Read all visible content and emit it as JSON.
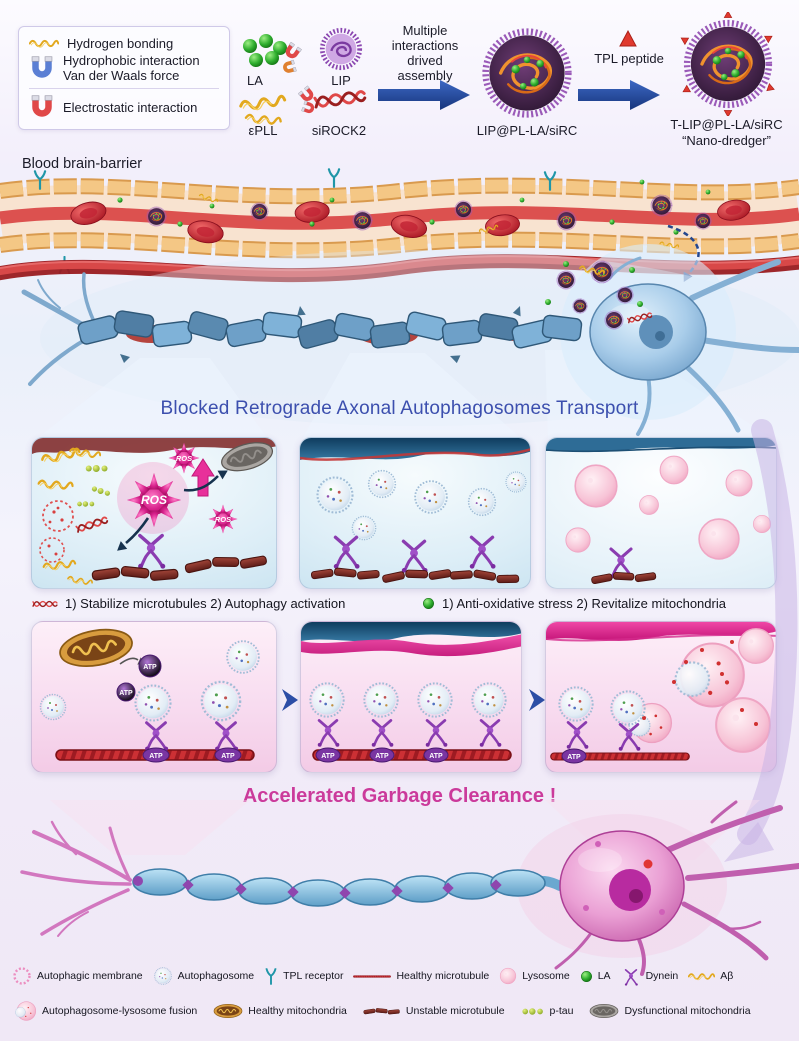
{
  "colors": {
    "accent_blue": "#2c4ea6",
    "headline_blue": "#3c4fae",
    "headline_pink": "#cb3a9b",
    "ros_pink": "#d61f8a",
    "atp_purple": "#7a35a2",
    "microtubule_red": "#c62828",
    "dynein_purple": "#8a3cb0"
  },
  "interaction_legend": {
    "items": [
      {
        "name": "hydrogen-bonding",
        "label": "Hydrogen bonding"
      },
      {
        "name": "hydrophobic-interaction",
        "label": "Hydrophobic interaction"
      },
      {
        "name": "van-der-waals",
        "label": "Van der Waals force"
      },
      {
        "name": "electrostatic-interaction",
        "label": "Electrostatic interaction"
      }
    ]
  },
  "assembly": {
    "la_label": "LA",
    "lip_label": "LIP",
    "epll_label": "εPLL",
    "sirock2_label": "siROCK2",
    "arrow1_label": "Multiple interactions drived assembly",
    "product1_label": "LIP@PL-LA/siRC",
    "tpl_label": "TPL peptide",
    "product2_label": "T-LIP@PL-LA/siRC",
    "product2_sublabel": "“Nano-dredger”"
  },
  "bbb_label": "Blood brain-barrier",
  "disease": {
    "headline": "Blocked Retrograde Axonal Autophagosomes Transport",
    "ros_label": "ROS"
  },
  "captions": {
    "left": "1) Stabilize microtubules 2) Autophagy activation",
    "right": "1) Anti-oxidative stress 2) Revitalize mitochondria"
  },
  "treatment": {
    "headline": "Accelerated Garbage Clearance !",
    "atp_label": "ATP"
  },
  "legend_row1": [
    {
      "name": "autophagic-membrane",
      "label": "Autophagic membrane"
    },
    {
      "name": "autophagosome",
      "label": "Autophagosome"
    },
    {
      "name": "tpl-receptor",
      "label": "TPL receptor"
    },
    {
      "name": "healthy-microtubule",
      "label": "Healthy microtubule"
    },
    {
      "name": "lysosome",
      "label": "Lysosome"
    },
    {
      "name": "la",
      "label": "LA"
    },
    {
      "name": "dynein",
      "label": "Dynein"
    },
    {
      "name": "abeta",
      "label": "Aβ"
    }
  ],
  "legend_row2": [
    {
      "name": "autophagosome-lysosome-fusion",
      "label": "Autophagosome-lysosome fusion"
    },
    {
      "name": "healthy-mitochondria",
      "label": "Healthy mitochondria"
    },
    {
      "name": "unstable-microtubule",
      "label": "Unstable microtubule"
    },
    {
      "name": "p-tau",
      "label": "p-tau"
    },
    {
      "name": "dysfunctional-mitochondria",
      "label": "Dysfunctional mitochondria"
    }
  ]
}
